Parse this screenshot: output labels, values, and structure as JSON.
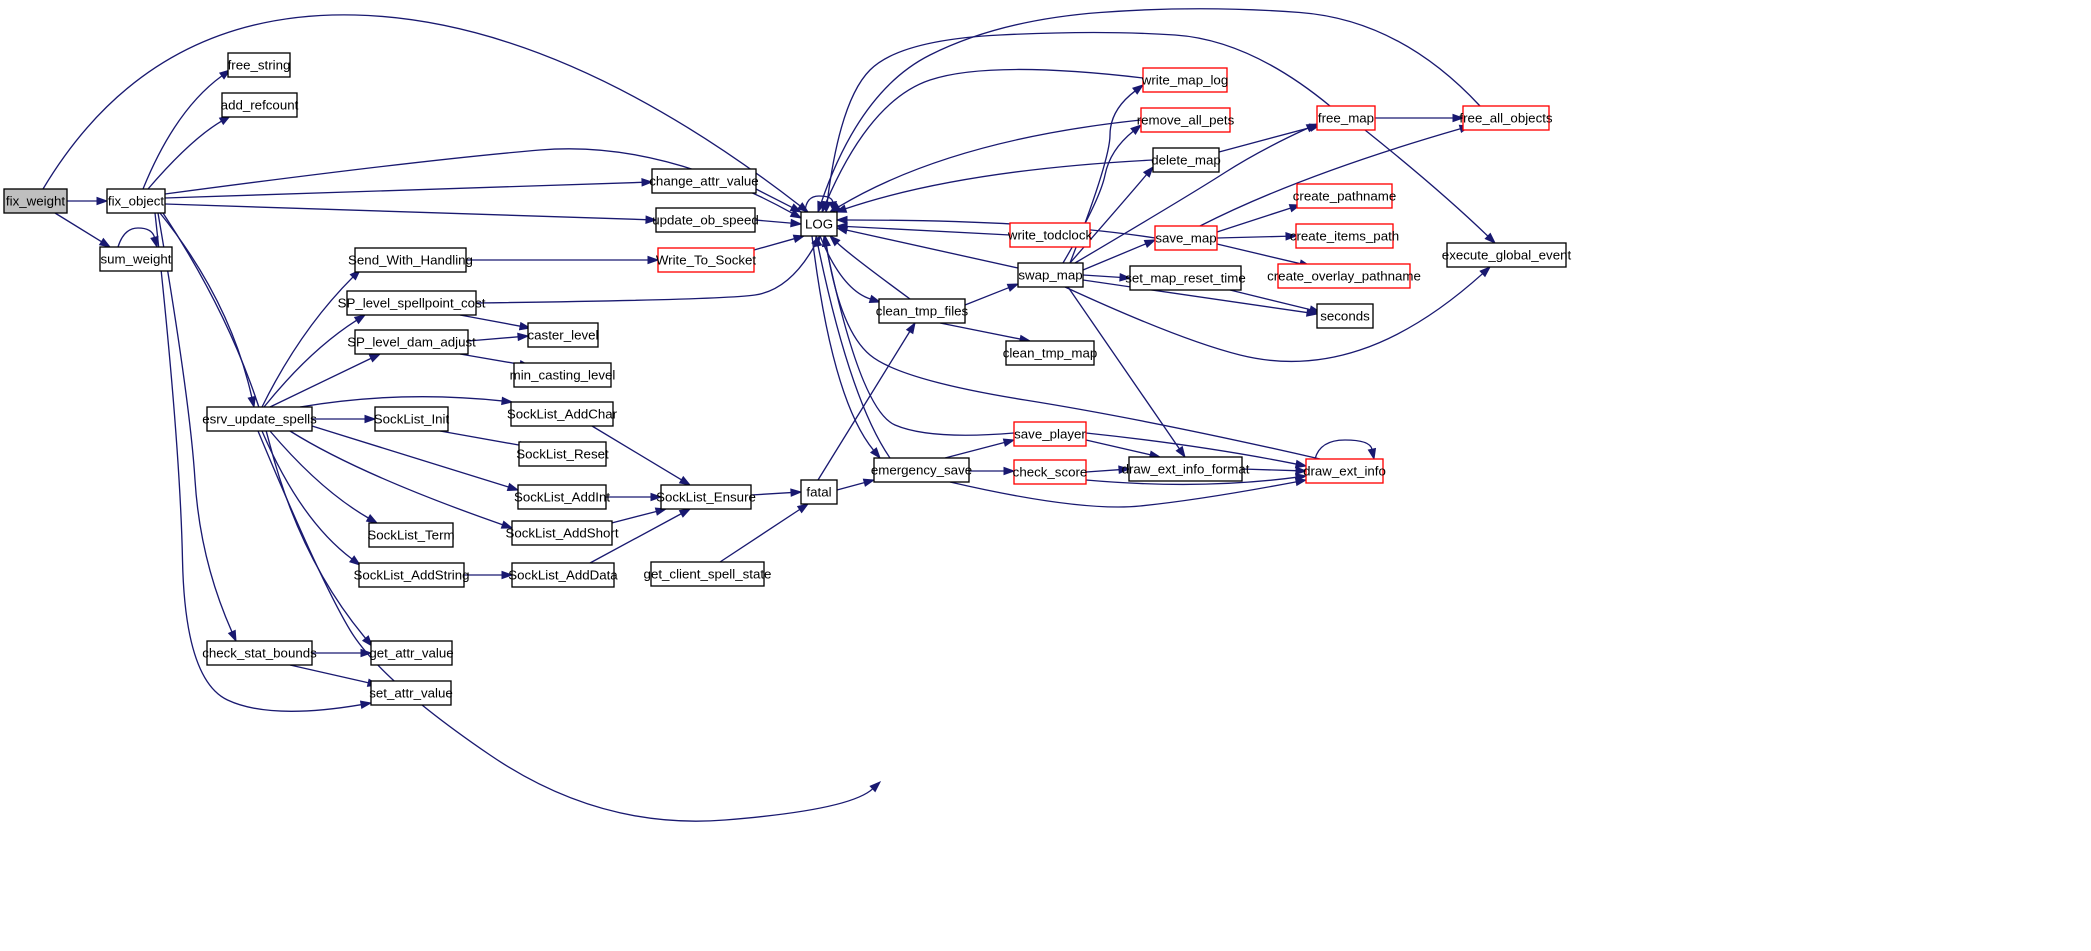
{
  "graph": {
    "colors": {
      "edge": "#191970",
      "root_fill": "#bfbfbf",
      "node_fill": "#ffffff",
      "plain_border": "#000000",
      "truncated_border": "#ff0000"
    },
    "nodes": [
      {
        "id": "fix_weight",
        "label": "fix_weight",
        "style": "root"
      },
      {
        "id": "sum_weight",
        "label": "sum_weight",
        "style": "plain"
      },
      {
        "id": "fix_object",
        "label": "fix_object",
        "style": "plain"
      },
      {
        "id": "free_string",
        "label": "free_string",
        "style": "plain"
      },
      {
        "id": "add_refcount",
        "label": "add_refcount",
        "style": "plain"
      },
      {
        "id": "esrv_update_spells",
        "label": "esrv_update_spells",
        "style": "plain"
      },
      {
        "id": "check_stat_bounds",
        "label": "check_stat_bounds",
        "style": "plain"
      },
      {
        "id": "Send_With_Handling",
        "label": "Send_With_Handling",
        "style": "plain"
      },
      {
        "id": "SP_level_spellpoint_cost",
        "label": "SP_level_spellpoint_cost",
        "style": "plain"
      },
      {
        "id": "SP_level_dam_adjust",
        "label": "SP_level_dam_adjust",
        "style": "plain"
      },
      {
        "id": "SockList_Init",
        "label": "SockList_Init",
        "style": "plain"
      },
      {
        "id": "SockList_Term",
        "label": "SockList_Term",
        "style": "plain"
      },
      {
        "id": "SockList_AddString",
        "label": "SockList_AddString",
        "style": "plain"
      },
      {
        "id": "get_attr_value",
        "label": "get_attr_value",
        "style": "plain"
      },
      {
        "id": "set_attr_value",
        "label": "set_attr_value",
        "style": "plain"
      },
      {
        "id": "caster_level",
        "label": "caster_level",
        "style": "plain"
      },
      {
        "id": "min_casting_level",
        "label": "min_casting_level",
        "style": "plain"
      },
      {
        "id": "SockList_AddChar",
        "label": "SockList_AddChar",
        "style": "plain"
      },
      {
        "id": "SockList_Reset",
        "label": "SockList_Reset",
        "style": "plain"
      },
      {
        "id": "SockList_AddInt",
        "label": "SockList_AddInt",
        "style": "plain"
      },
      {
        "id": "SockList_AddShort",
        "label": "SockList_AddShort",
        "style": "plain"
      },
      {
        "id": "SockList_AddData",
        "label": "SockList_AddData",
        "style": "plain"
      },
      {
        "id": "change_attr_value",
        "label": "change_attr_value",
        "style": "plain"
      },
      {
        "id": "update_ob_speed",
        "label": "update_ob_speed",
        "style": "plain"
      },
      {
        "id": "Write_To_Socket",
        "label": "Write_To_Socket",
        "style": "truncated"
      },
      {
        "id": "SockList_Ensure",
        "label": "SockList_Ensure",
        "style": "plain"
      },
      {
        "id": "get_client_spell_state",
        "label": "get_client_spell_state",
        "style": "plain"
      },
      {
        "id": "LOG",
        "label": "LOG",
        "style": "plain"
      },
      {
        "id": "fatal",
        "label": "fatal",
        "style": "plain"
      },
      {
        "id": "clean_tmp_files",
        "label": "clean_tmp_files",
        "style": "plain"
      },
      {
        "id": "emergency_save",
        "label": "emergency_save",
        "style": "plain"
      },
      {
        "id": "write_todclock",
        "label": "write_todclock",
        "style": "truncated"
      },
      {
        "id": "clean_tmp_map",
        "label": "clean_tmp_map",
        "style": "plain"
      },
      {
        "id": "save_player",
        "label": "save_player",
        "style": "truncated"
      },
      {
        "id": "check_score",
        "label": "check_score",
        "style": "truncated"
      },
      {
        "id": "swap_map",
        "label": "swap_map",
        "style": "plain"
      },
      {
        "id": "write_map_log",
        "label": "write_map_log",
        "style": "truncated"
      },
      {
        "id": "remove_all_pets",
        "label": "remove_all_pets",
        "style": "truncated"
      },
      {
        "id": "delete_map",
        "label": "delete_map",
        "style": "plain"
      },
      {
        "id": "save_map",
        "label": "save_map",
        "style": "truncated"
      },
      {
        "id": "set_map_reset_time",
        "label": "set_map_reset_time",
        "style": "plain"
      },
      {
        "id": "draw_ext_info_format",
        "label": "draw_ext_info_format",
        "style": "plain"
      },
      {
        "id": "free_map",
        "label": "free_map",
        "style": "truncated"
      },
      {
        "id": "create_pathname",
        "label": "create_pathname",
        "style": "truncated"
      },
      {
        "id": "create_items_path",
        "label": "create_items_path",
        "style": "truncated"
      },
      {
        "id": "create_overlay_pathname",
        "label": "create_overlay_pathname",
        "style": "truncated"
      },
      {
        "id": "seconds",
        "label": "seconds",
        "style": "plain"
      },
      {
        "id": "draw_ext_info",
        "label": "draw_ext_info",
        "style": "truncated"
      },
      {
        "id": "free_all_objects",
        "label": "free_all_objects",
        "style": "truncated"
      },
      {
        "id": "execute_global_event",
        "label": "execute_global_event",
        "style": "plain"
      }
    ],
    "edges": [
      {
        "from": "fix_weight",
        "to": "fix_object"
      },
      {
        "from": "fix_weight",
        "to": "sum_weight"
      },
      {
        "from": "fix_weight",
        "to": "LOG"
      },
      {
        "from": "sum_weight",
        "to": "sum_weight"
      },
      {
        "from": "fix_object",
        "to": "free_string"
      },
      {
        "from": "fix_object",
        "to": "add_refcount"
      },
      {
        "from": "fix_object",
        "to": "LOG"
      },
      {
        "from": "fix_object",
        "to": "change_attr_value"
      },
      {
        "from": "fix_object",
        "to": "update_ob_speed"
      },
      {
        "from": "fix_object",
        "to": "esrv_update_spells"
      },
      {
        "from": "fix_object",
        "to": "check_stat_bounds"
      },
      {
        "from": "fix_object",
        "to": "get_attr_value"
      },
      {
        "from": "fix_object",
        "to": "set_attr_value"
      },
      {
        "from": "change_attr_value",
        "to": "LOG"
      },
      {
        "from": "update_ob_speed",
        "to": "LOG"
      },
      {
        "from": "esrv_update_spells",
        "to": "Send_With_Handling"
      },
      {
        "from": "esrv_update_spells",
        "to": "SP_level_spellpoint_cost"
      },
      {
        "from": "esrv_update_spells",
        "to": "SP_level_dam_adjust"
      },
      {
        "from": "esrv_update_spells",
        "to": "SockList_AddChar"
      },
      {
        "from": "esrv_update_spells",
        "to": "SockList_Init"
      },
      {
        "from": "esrv_update_spells",
        "to": "SockList_AddInt"
      },
      {
        "from": "esrv_update_spells",
        "to": "SockList_AddShort"
      },
      {
        "from": "esrv_update_spells",
        "to": "SockList_Term"
      },
      {
        "from": "esrv_update_spells",
        "to": "SockList_AddString"
      },
      {
        "from": "esrv_update_spells",
        "to": "get_client_spell_state"
      },
      {
        "from": "Send_With_Handling",
        "to": "Write_To_Socket"
      },
      {
        "from": "Write_To_Socket",
        "to": "LOG"
      },
      {
        "from": "SP_level_spellpoint_cost",
        "to": "caster_level"
      },
      {
        "from": "SP_level_spellpoint_cost",
        "to": "LOG"
      },
      {
        "from": "SP_level_dam_adjust",
        "to": "caster_level"
      },
      {
        "from": "SP_level_dam_adjust",
        "to": "min_casting_level"
      },
      {
        "from": "SockList_Init",
        "to": "SockList_Reset"
      },
      {
        "from": "SockList_AddChar",
        "to": "SockList_Ensure"
      },
      {
        "from": "SockList_AddInt",
        "to": "SockList_Ensure"
      },
      {
        "from": "SockList_AddShort",
        "to": "SockList_Ensure"
      },
      {
        "from": "SockList_AddString",
        "to": "SockList_AddData"
      },
      {
        "from": "SockList_AddData",
        "to": "SockList_Ensure"
      },
      {
        "from": "SockList_Ensure",
        "to": "fatal"
      },
      {
        "from": "get_client_spell_state",
        "to": "fatal"
      },
      {
        "from": "check_stat_bounds",
        "to": "get_attr_value"
      },
      {
        "from": "check_stat_bounds",
        "to": "set_attr_value"
      },
      {
        "from": "fatal",
        "to": "clean_tmp_files"
      },
      {
        "from": "fatal",
        "to": "emergency_save"
      },
      {
        "from": "LOG",
        "to": "LOG"
      },
      {
        "from": "LOG",
        "to": "clean_tmp_files"
      },
      {
        "from": "LOG",
        "to": "emergency_save"
      },
      {
        "from": "clean_tmp_files",
        "to": "LOG"
      },
      {
        "from": "clean_tmp_files",
        "to": "swap_map"
      },
      {
        "from": "clean_tmp_files",
        "to": "clean_tmp_map"
      },
      {
        "from": "emergency_save",
        "to": "LOG"
      },
      {
        "from": "emergency_save",
        "to": "save_player"
      },
      {
        "from": "emergency_save",
        "to": "check_score"
      },
      {
        "from": "emergency_save",
        "to": "draw_ext_info"
      },
      {
        "from": "write_todclock",
        "to": "LOG"
      },
      {
        "from": "swap_map",
        "to": "LOG"
      },
      {
        "from": "swap_map",
        "to": "write_map_log"
      },
      {
        "from": "swap_map",
        "to": "remove_all_pets"
      },
      {
        "from": "swap_map",
        "to": "delete_map"
      },
      {
        "from": "swap_map",
        "to": "save_map"
      },
      {
        "from": "swap_map",
        "to": "set_map_reset_time"
      },
      {
        "from": "swap_map",
        "to": "seconds"
      },
      {
        "from": "swap_map",
        "to": "free_map"
      },
      {
        "from": "swap_map",
        "to": "draw_ext_info_format"
      },
      {
        "from": "swap_map",
        "to": "execute_global_event"
      },
      {
        "from": "write_map_log",
        "to": "LOG"
      },
      {
        "from": "remove_all_pets",
        "to": "LOG"
      },
      {
        "from": "delete_map",
        "to": "LOG"
      },
      {
        "from": "delete_map",
        "to": "free_map"
      },
      {
        "from": "save_map",
        "to": "LOG"
      },
      {
        "from": "save_map",
        "to": "create_pathname"
      },
      {
        "from": "save_map",
        "to": "create_items_path"
      },
      {
        "from": "save_map",
        "to": "create_overlay_pathname"
      },
      {
        "from": "save_map",
        "to": "free_all_objects"
      },
      {
        "from": "set_map_reset_time",
        "to": "seconds"
      },
      {
        "from": "free_map",
        "to": "LOG"
      },
      {
        "from": "free_map",
        "to": "free_all_objects"
      },
      {
        "from": "free_map",
        "to": "execute_global_event"
      },
      {
        "from": "free_all_objects",
        "to": "LOG"
      },
      {
        "from": "save_player",
        "to": "LOG"
      },
      {
        "from": "save_player",
        "to": "draw_ext_info_format"
      },
      {
        "from": "save_player",
        "to": "draw_ext_info"
      },
      {
        "from": "check_score",
        "to": "draw_ext_info_format"
      },
      {
        "from": "check_score",
        "to": "draw_ext_info"
      },
      {
        "from": "draw_ext_info_format",
        "to": "draw_ext_info"
      },
      {
        "from": "draw_ext_info",
        "to": "draw_ext_info"
      },
      {
        "from": "draw_ext_info",
        "to": "LOG"
      }
    ]
  }
}
